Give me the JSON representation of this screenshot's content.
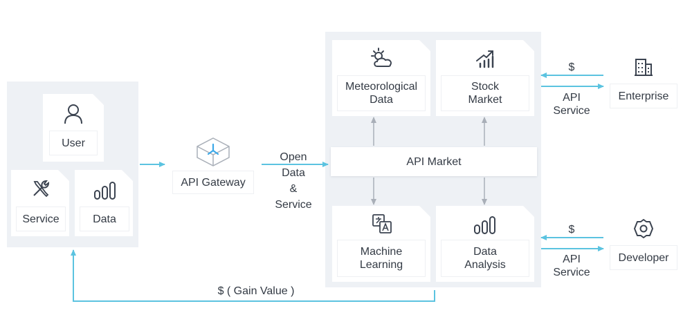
{
  "nodes": {
    "user": "User",
    "service": "Service",
    "data": "Data",
    "gateway": "API Gateway",
    "market": "API Market",
    "meteorological": "Meteorological\nData",
    "stock": "Stock\nMarket",
    "ml": "Machine\nLearning",
    "analysis": "Data\nAnalysis",
    "enterprise": "Enterprise",
    "developer": "Developer"
  },
  "edges": {
    "open_data": "Open\nData\n&\nService",
    "dollar_top": "$",
    "api_service_top": "API\nService",
    "dollar_bottom": "$",
    "api_service_bottom": "API\nService",
    "gain_value": "$ ( Gain Value )"
  },
  "icons": {
    "user": "user-icon",
    "service": "tools-icon",
    "data": "bar-chart-icon",
    "gateway": "gateway-cube-icon",
    "meteorological": "weather-icon",
    "stock": "stock-trend-icon",
    "ml": "translate-icon",
    "analysis": "bar-chart-icon",
    "enterprise": "building-icon",
    "developer": "gear-icon"
  },
  "colors": {
    "arrow": "#5bc3e0",
    "gray_arrow": "#a9afb8",
    "panel": "#eef1f5",
    "gateway_accent": "#3aa8e8"
  }
}
